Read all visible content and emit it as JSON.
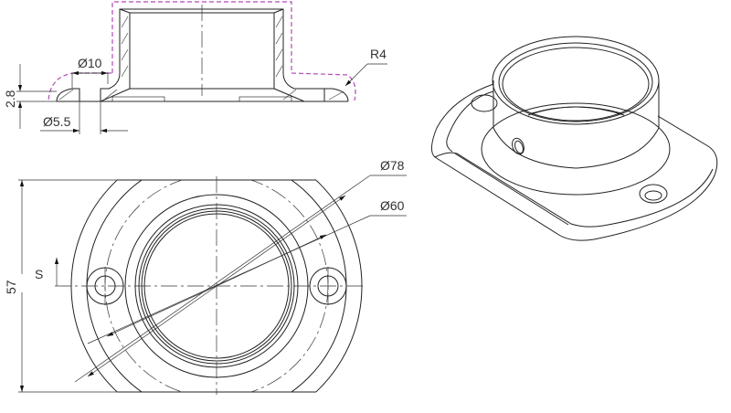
{
  "section_view": {
    "dim_hole_counterbore": "Ø10",
    "dim_thickness": "2.8",
    "dim_hole": "Ø5.5",
    "dim_radius": "R4"
  },
  "plan_view": {
    "dim_outer_diameter": "Ø78",
    "dim_bolt_circle": "Ø60",
    "dim_height": "57",
    "section_marker": "S"
  },
  "colors": {
    "line": "#222222",
    "outline_dashed": "#b04ab8"
  }
}
